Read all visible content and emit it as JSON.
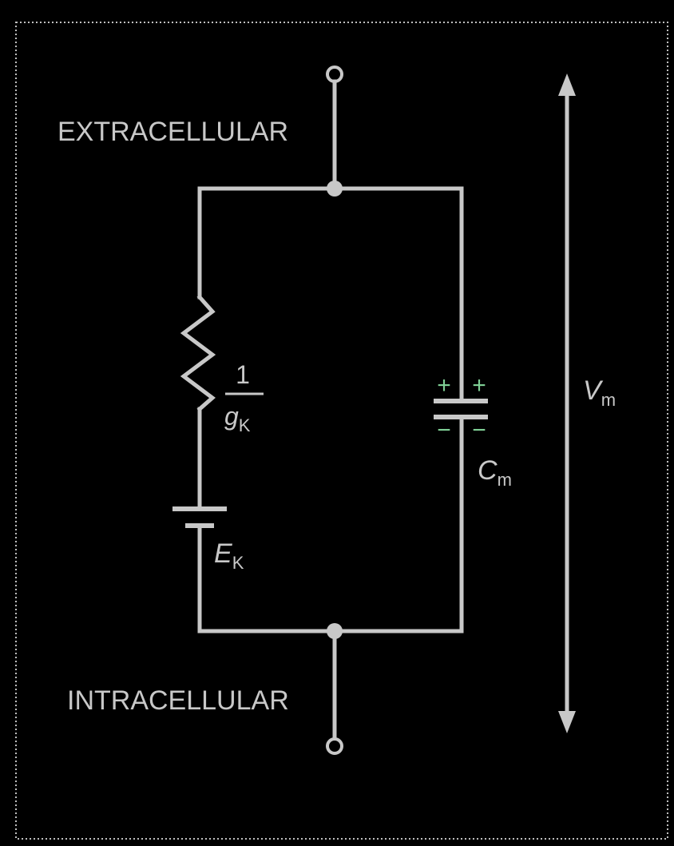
{
  "labels": {
    "extracellular": "EXTRACELLULAR",
    "intracellular": "INTRACELLULAR"
  },
  "resistor": {
    "numerator": "1",
    "denominator_symbol": "g",
    "denominator_subscript": "K"
  },
  "battery": {
    "symbol": "E",
    "subscript": "K"
  },
  "capacitor": {
    "symbol": "C",
    "subscript": "m",
    "plus_signs": [
      "+",
      "+"
    ],
    "minus_signs": [
      "−",
      "−"
    ]
  },
  "voltage": {
    "symbol": "V",
    "subscript": "m"
  },
  "colors": {
    "background": "#000000",
    "wire": "#c8c8c8",
    "charge": "#7fcf95",
    "border": "#bfbfbf"
  }
}
